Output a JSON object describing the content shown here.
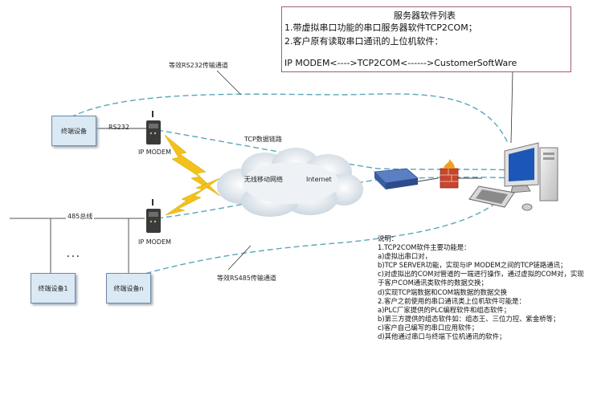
{
  "server_box": {
    "title": "服务器软件列表",
    "line1": "1.带虚拟串口功能的串口服务器软件TCP2COM；",
    "line2": "2.客户原有读取串口通讯的上位机软件：",
    "line3": "IP MODEM<---->TCP2COM<------>CustomerSoftWare"
  },
  "labels": {
    "rs232_channel": "等效RS232传输通道",
    "rs232": "RS232",
    "ip_modem_top": "IP MODEM",
    "ip_modem_bottom": "IP MODEM",
    "tcp_link": "TCP数据链路",
    "wireless_net": "无线移动网络",
    "internet": "Internet",
    "bus_485": "485总线",
    "dots": "．．．",
    "rs485_channel": "等效RS485传输通道"
  },
  "devices": {
    "terminal_top": "终端设备",
    "terminal_1": "终端设备1",
    "terminal_n": "终端设备n"
  },
  "notes": {
    "lines": [
      "说明：",
      "1.TCP2COM软件主要功能是：",
      "a)虚拟出串口对，",
      "b)TCP SERVER功能，实现与IP MODEM之间的TCP链路通讯；",
      "c)对虚拟出的COM对管道的一端进行操作，通过虚拟的COM对，实现于客户COM通讯类软件的数据交换；",
      "d)实现TCP端数据和COM端数据的数据交换",
      "2.客户之前使用的串口通讯类上位机软件可能是：",
      "a)PLC厂家提供的PLC编程软件和组态软件；",
      "b)第三方提供的组态软件如：组态王、三位力控、紫金桥等；",
      "c)客户自己编写的串口应用软件；",
      "d)其他通过串口与终端下位机通讯的软件；"
    ]
  },
  "colors": {
    "dashed_link": "#5aa6b8",
    "lightning": "#f2c21a",
    "device_fill": "#dbe9f5",
    "box_border": "#a06070"
  }
}
